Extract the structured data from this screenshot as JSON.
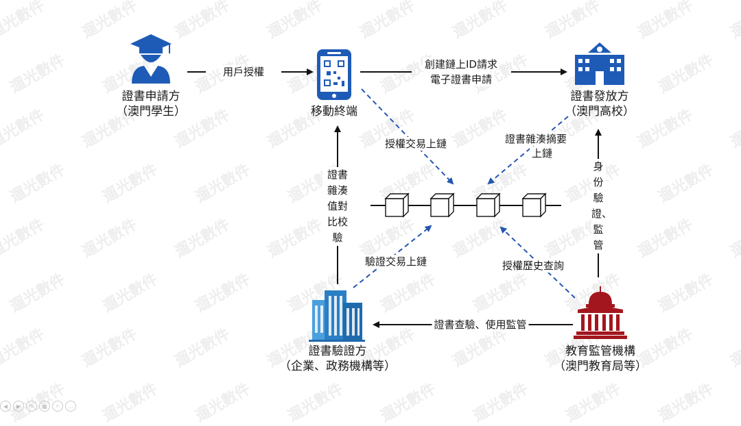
{
  "watermark": "遛光數件",
  "nodes": {
    "applicant": {
      "line1": "證書申請方",
      "line2": "（澳門學生）"
    },
    "mobile": {
      "line1": "移動終端"
    },
    "issuer": {
      "line1": "證書發放方",
      "line2": "（澳門高校）"
    },
    "verifier": {
      "line1": "證書驗證方",
      "line2": "（企業、政務機構等）"
    },
    "regulator": {
      "line1": "教育監管機構",
      "line2": "（澳門教育局等）"
    }
  },
  "edges": {
    "user_auth": "用戶授權",
    "create_request_1": "創建鏈上ID請求",
    "create_request_2": "電子證書申請",
    "auth_tx_onchain": "授權交易上鏈",
    "hash_digest_1": "證書雜湊摘要",
    "hash_digest_2": "上鏈",
    "hash_compare": "證書雜湊值對比校驗",
    "verify_tx_onchain": "驗證交易上鏈",
    "auth_history": "授權歷史查詢",
    "identity_supervise": "身份驗證、監管",
    "cert_check": "證書查驗、使用監管"
  },
  "colors": {
    "icon_blue": "#1e5bb7",
    "dashed_blue": "#2456b0",
    "regulator_red": "#a3161d",
    "building_blue": "#3a8fd0"
  }
}
